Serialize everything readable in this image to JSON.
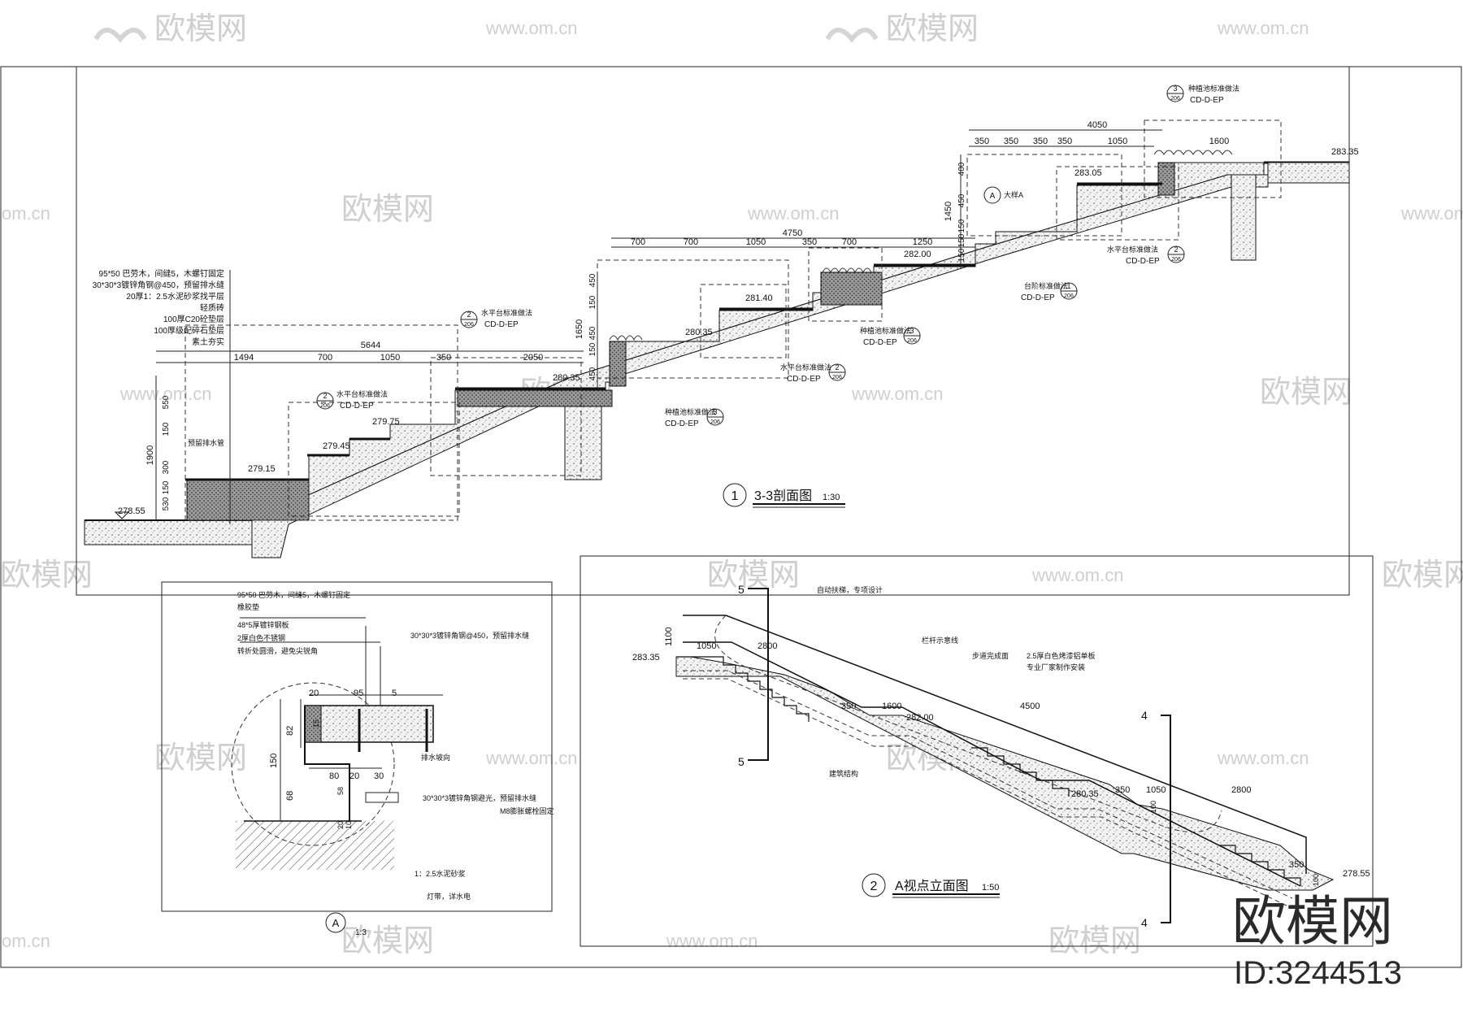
{
  "watermark": {
    "brand": "欧模网",
    "url": "www.om.cn",
    "url_short": "om.cn"
  },
  "brand_block": {
    "name": "欧模网",
    "id_text": "ID:3244513"
  },
  "section_3_3": {
    "circle_no": "1",
    "title": "3-3剖面图",
    "scale": "1:30",
    "notes": [
      "95*50 巴劳木，间缝5，木螺钉固定",
      "30*30*3镀锌角钢@450，预留排水缝",
      "20厚1：2.5水泥砂浆找平层",
      "轻质砖",
      "100厚C20砼垫层",
      "100厚级配碎石垫层",
      "素土夯实"
    ],
    "dims_bottom": [
      "5644",
      "1494",
      "700",
      "1050",
      "350",
      "2050"
    ],
    "dims_mid": [
      "4750",
      "700",
      "700",
      "1050",
      "350",
      "700",
      "1250"
    ],
    "dims_top": [
      "4050",
      "350",
      "350",
      "350",
      "350",
      "1050",
      "1600"
    ],
    "vertical_dims_left": [
      "1900",
      "550",
      "150",
      "300",
      "150",
      "530"
    ],
    "vertical_dims_mid": [
      "1650",
      "450",
      "150",
      "450",
      "150",
      "450"
    ],
    "vertical_dims_top": [
      "1450",
      "400",
      "450",
      "150",
      "150",
      "150"
    ],
    "elevations": [
      "278.55",
      "279.15",
      "279.45",
      "279.75",
      "280.35",
      "280.35",
      "281.40",
      "282.00",
      "283.05",
      "283.35"
    ],
    "labels": {
      "drain": "预留排水管",
      "detail_a": "大样A",
      "platform": "水平台标准做法",
      "planter": "种植池标准做法",
      "step": "台阶标准做法",
      "ref_code": "CD-D-EP",
      "sheet": "206",
      "ref_2": "2",
      "ref_1": "1",
      "ref_3": "3",
      "detail_letter": "A"
    }
  },
  "detail_a": {
    "letter": "A",
    "scale": "1:3",
    "notes": [
      "95*50 巴劳木，间缝5，木螺钉固定",
      "橡胶垫",
      "48*5厚镀锌钢板",
      "2厚白色不锈钢",
      "转折处圆滑，避免尖锐角",
      "30*30*3镀锌角钢@450，预留排水缝",
      "30*30*3镀锌角钢避光，预留排水缝",
      "M8膨胀螺栓固定",
      "1：2.5水泥砂浆",
      "灯带，详水电"
    ],
    "dims": [
      "95",
      "20",
      "5",
      "82",
      "150",
      "68",
      "80",
      "30",
      "20",
      "58",
      "20",
      "10",
      "15"
    ],
    "drain_label": "排水坡向"
  },
  "elevation_a": {
    "circle_no": "2",
    "title": "A视点立面图",
    "scale": "1:50",
    "notes": [
      "自动扶梯，专项设计",
      "栏杆示意线",
      "步道完成面",
      "2.5厚白色烤漆铝单板",
      "专业厂家制作安装",
      "建筑结构"
    ],
    "dims": [
      "1100",
      "1050",
      "2800",
      "350",
      "1600",
      "4500",
      "350",
      "1050",
      "2800",
      "350",
      "100",
      "100"
    ],
    "elevations": [
      "283.35",
      "282.00",
      "280.35",
      "278.55"
    ],
    "cut_labels": [
      "5",
      "5",
      "4",
      "4"
    ]
  }
}
